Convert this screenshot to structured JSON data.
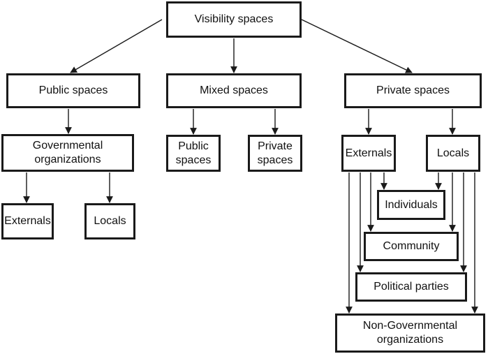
{
  "diagram": {
    "root": "Visibility spaces",
    "public": {
      "label": "Public spaces",
      "gov": "Governmental\norganizations",
      "externals": "Externals",
      "locals": "Locals"
    },
    "mixed": {
      "label": "Mixed spaces",
      "public": "Public\nspaces",
      "private": "Private\nspaces"
    },
    "private": {
      "label": "Private spaces",
      "externals": "Externals",
      "locals": "Locals",
      "individuals": "Individuals",
      "community": "Community",
      "parties": "Political parties",
      "ngo": "Non-Governmental\norganizations"
    },
    "line_color": "#1a1a1a"
  }
}
